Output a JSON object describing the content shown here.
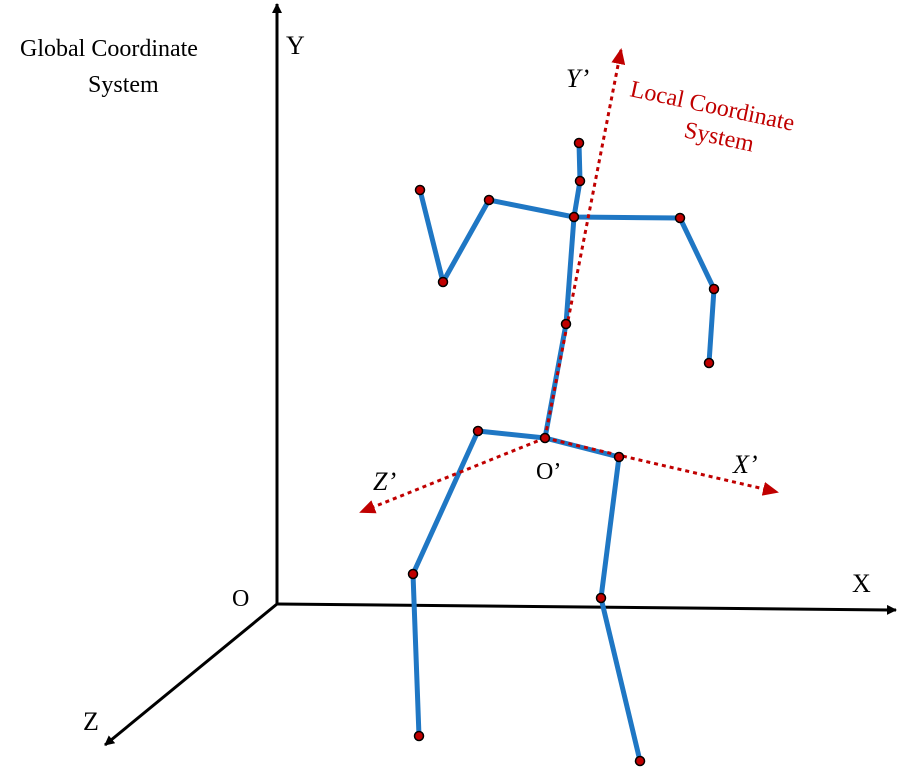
{
  "global": {
    "title_line1": "Global Coordinate",
    "title_line2": "System",
    "axis_x": "X",
    "axis_y": "Y",
    "axis_z": "Z",
    "origin": "O"
  },
  "local": {
    "title_line1": "Local Coordinate",
    "title_line2": "System",
    "axis_x": "X’",
    "axis_y": "Y’",
    "axis_z": "Z’",
    "origin": "O’"
  },
  "colors": {
    "global_axes": "#000000",
    "local_axes": "#c00000",
    "skeleton_bones": "#1f77c4",
    "skeleton_joints": "#c00000"
  }
}
